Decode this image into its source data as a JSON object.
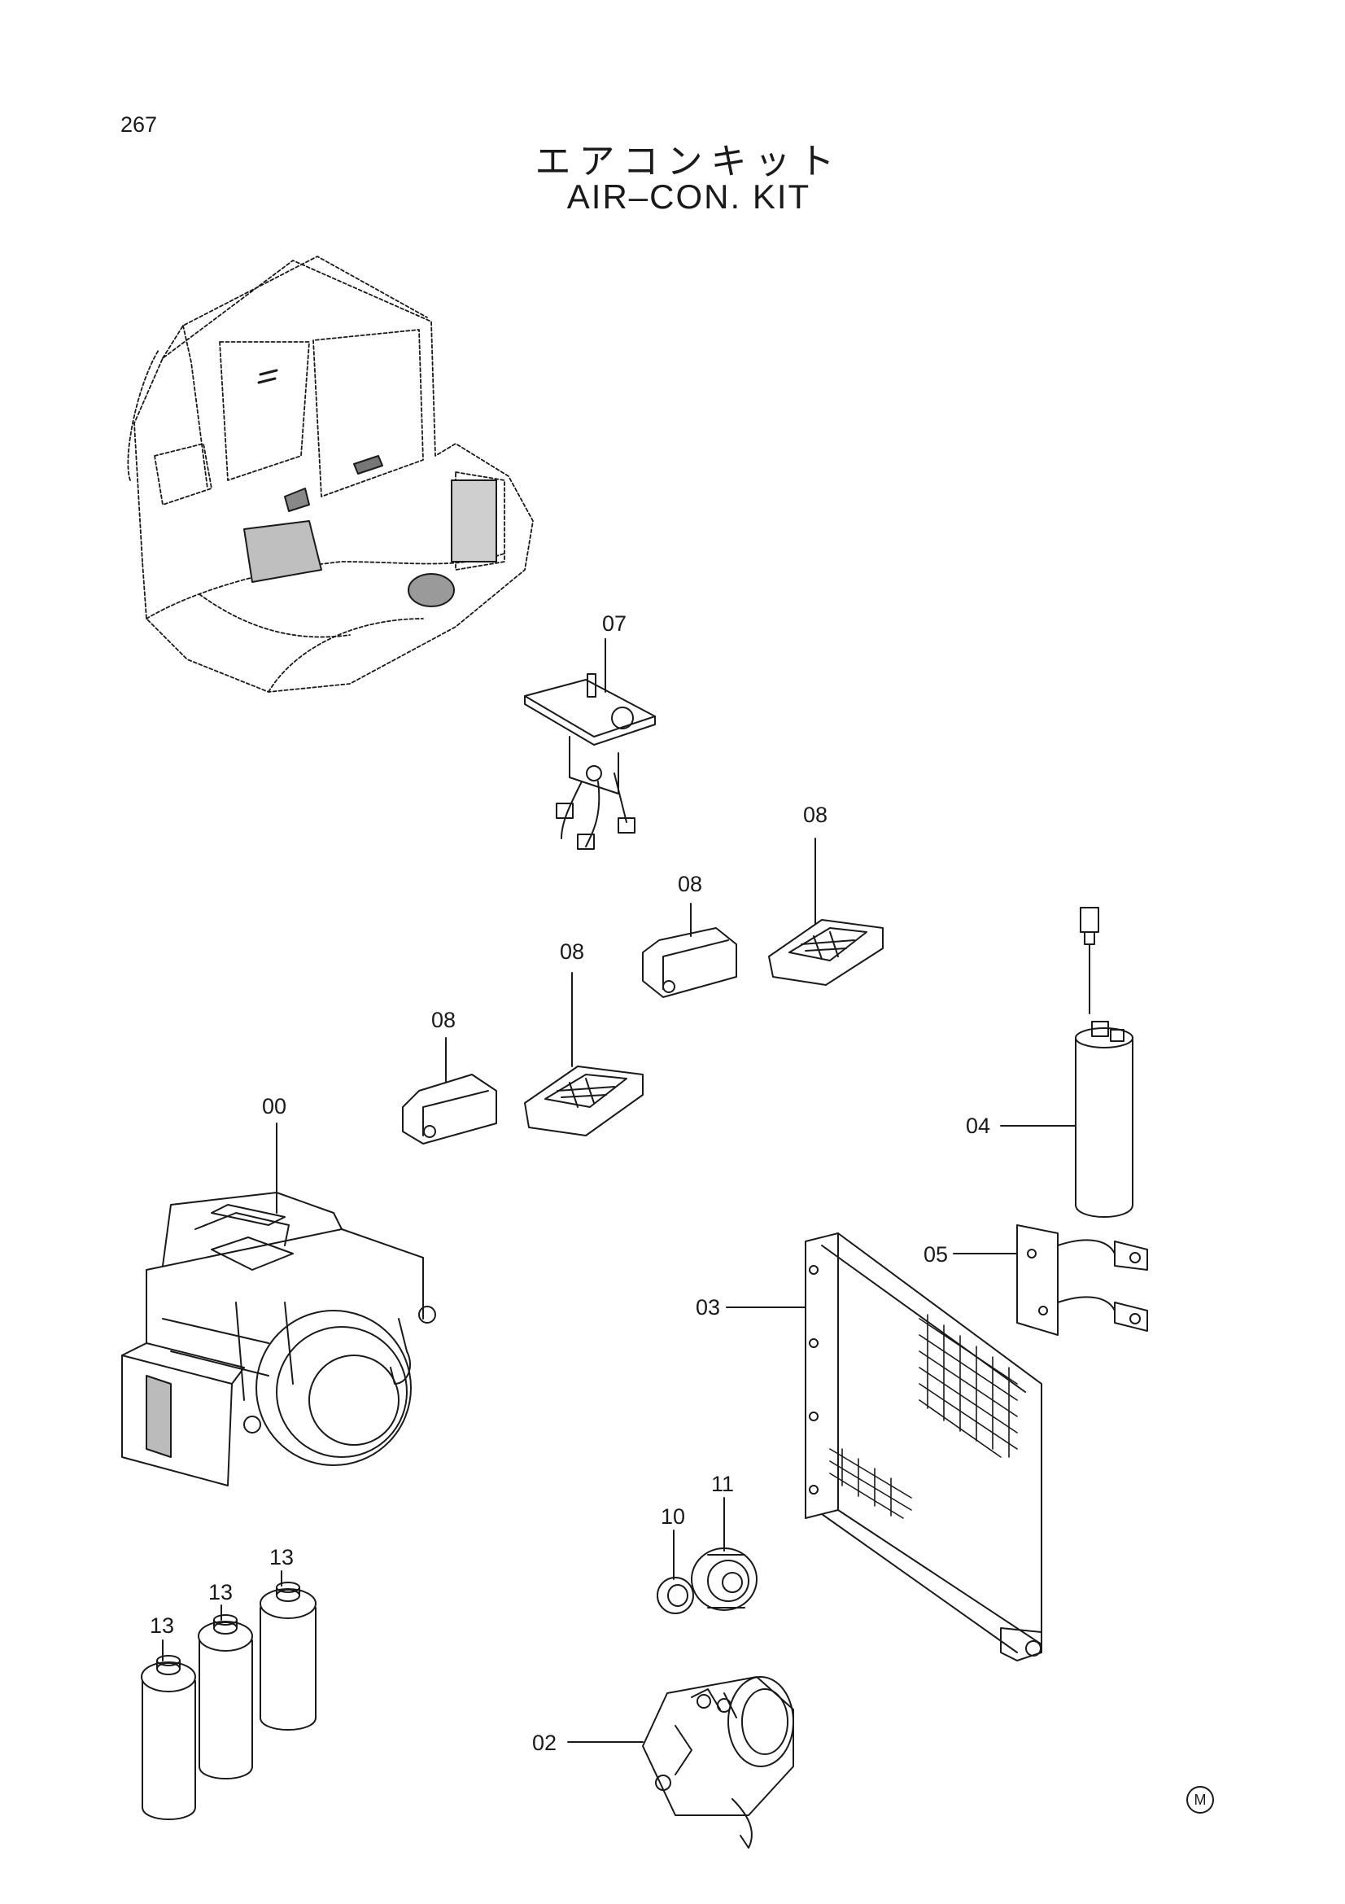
{
  "page_number": "267",
  "title_jp": "エアコンキット",
  "title_en": "AIR–CON. KIT",
  "callouts": {
    "c00": "00",
    "c02": "02",
    "c03": "03",
    "c04": "04",
    "c05": "05",
    "c07": "07",
    "c08a": "08",
    "c08b": "08",
    "c08c": "08",
    "c08d": "08",
    "c10": "10",
    "c11": "11",
    "c13a": "13",
    "c13b": "13",
    "c13c": "13"
  },
  "mark": "M"
}
